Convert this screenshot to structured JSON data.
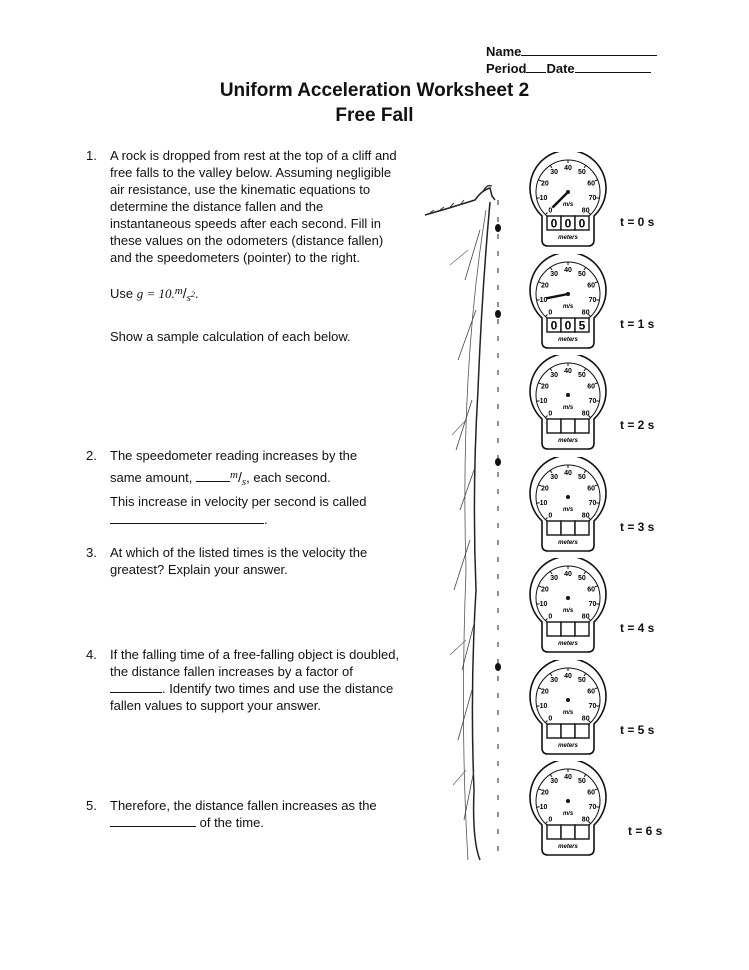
{
  "header": {
    "name_label": "Name",
    "period_label": "Period",
    "date_label": "Date"
  },
  "title": {
    "line1": "Uniform Acceleration Worksheet 2",
    "line2": "Free Fall"
  },
  "questions": {
    "q1": {
      "num": "1.",
      "text": "A rock is dropped from rest at the top of a cliff and free falls to the valley below. Assuming negligible air resistance, use the kinematic equations to determine the distance fallen and the instantaneous speeds after each second.  Fill in these values on the odometers (distance fallen) and the speedometers (pointer) to the right.",
      "use_label": "Use",
      "g_expr": "g = 10.",
      "unit_num": "m",
      "unit_den": "s",
      "unit_exp": "2",
      "period": ".",
      "sample": "Show a sample calculation of each below."
    },
    "q2": {
      "num": "2.",
      "line1": "The speedometer reading increases by the",
      "same_amount": "same amount, ",
      "unit_num": "m",
      "unit_den": "s",
      "each_second": ", each second.",
      "line3": "This increase in velocity per second is called",
      "end": "."
    },
    "q3": {
      "num": "3.",
      "text": "At which of the listed times is the velocity the greatest?  Explain your answer."
    },
    "q4": {
      "num": "4.",
      "text_a": "If the falling time of a free-falling object is doubled, the distance fallen increases by a factor of ",
      "text_b": ".  Identify two times and use the distance fallen values to support your answer."
    },
    "q5": {
      "num": "5.",
      "text_a": "Therefore, the distance fallen increases as the ",
      "text_b": " of the time."
    }
  },
  "gauges": {
    "dial_numbers": [
      "0",
      "10",
      "20",
      "30",
      "40",
      "50",
      "60",
      "70",
      "80"
    ],
    "unit_label": "m/s",
    "odometer_label": "meters",
    "items": [
      {
        "time": "t = 0 s",
        "odometer": "000",
        "pointer_speed": 0
      },
      {
        "time": "t = 1 s",
        "odometer": "005",
        "pointer_speed": 10
      },
      {
        "time": "t = 2 s",
        "odometer": "",
        "pointer_speed": null
      },
      {
        "time": "t = 3 s",
        "odometer": "",
        "pointer_speed": null
      },
      {
        "time": "t = 4 s",
        "odometer": "",
        "pointer_speed": null
      },
      {
        "time": "t = 5 s",
        "odometer": "",
        "pointer_speed": null
      },
      {
        "time": "t = 6 s",
        "odometer": "",
        "pointer_speed": null
      }
    ]
  }
}
